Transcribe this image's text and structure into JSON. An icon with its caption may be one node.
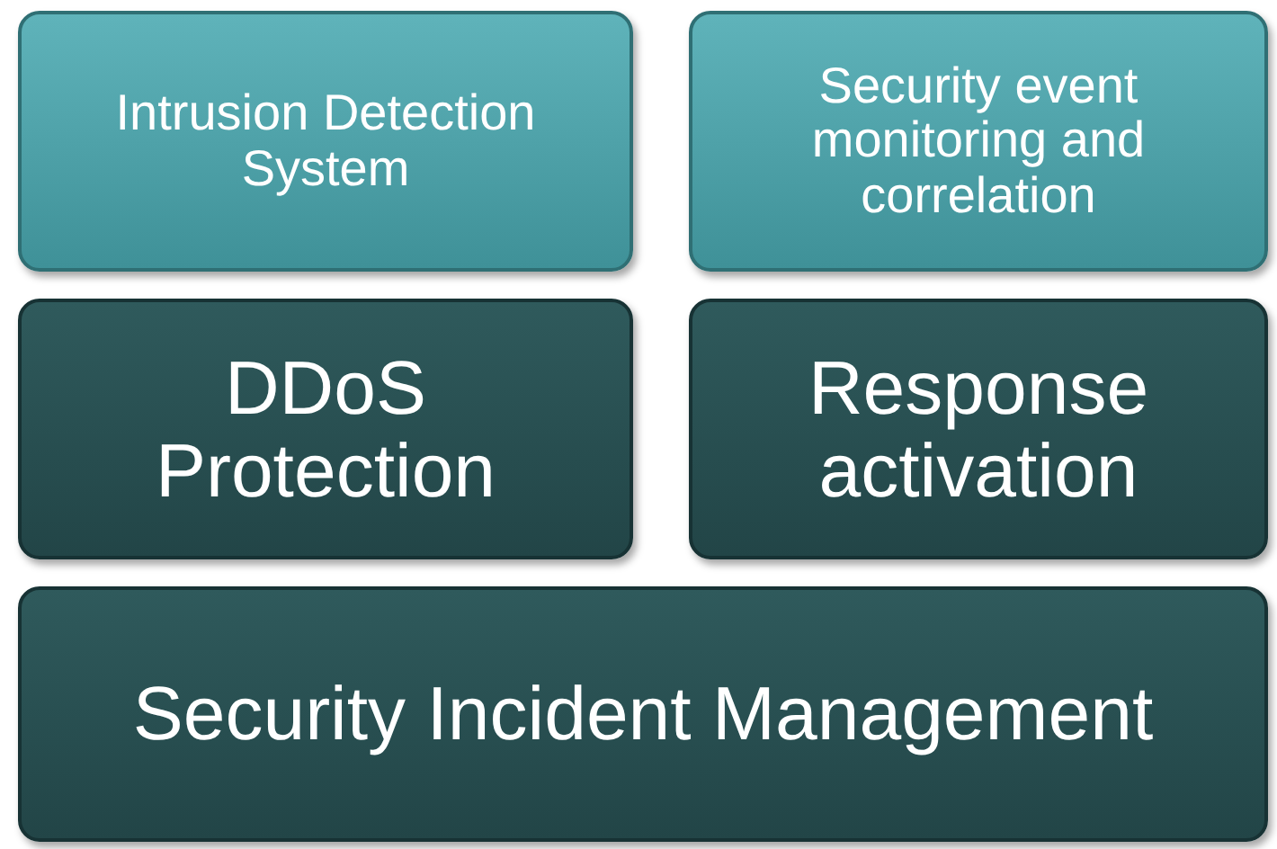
{
  "diagram": {
    "nodes": [
      {
        "text": [
          "Intrusion Detection System"
        ]
      },
      {
        "text": [
          "Security event monitoring and correlation"
        ]
      },
      {
        "text": [
          "DDoS Protection"
        ]
      },
      {
        "text": [
          "Response activation"
        ]
      },
      {
        "text": [
          "Security Incident Management"
        ]
      }
    ]
  }
}
